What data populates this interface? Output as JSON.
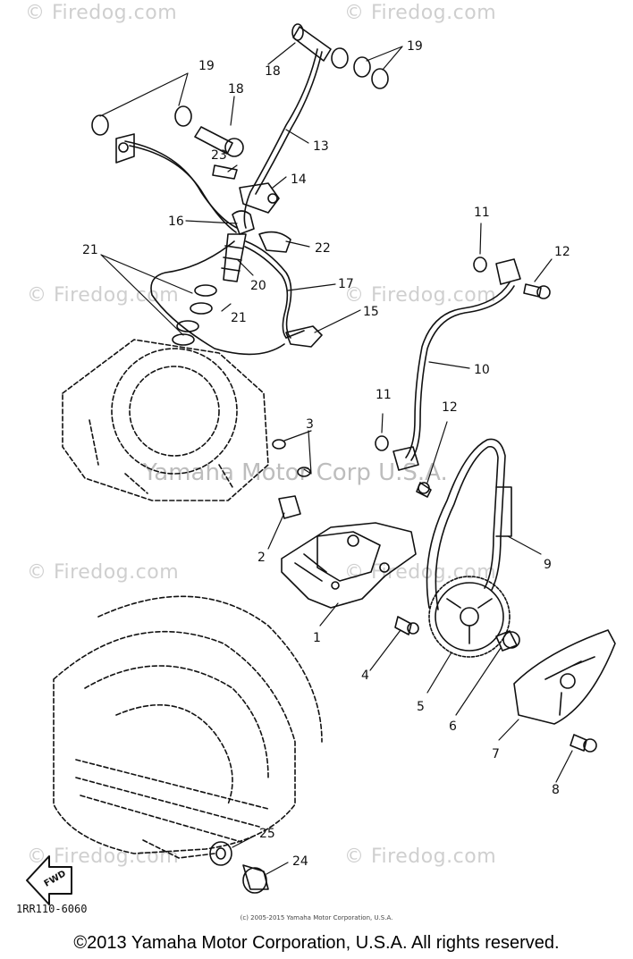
{
  "watermarks": {
    "top_left": "© Firedog.com",
    "top_right": "© Firedog.com",
    "mid_left": "© Firedog.com",
    "mid_right": "© Firedog.com",
    "lower_left": "© Firedog.com",
    "lower_right": "© Firedog.com",
    "bottom_left": "© Firedog.com",
    "bottom_right": "© Firedog.com",
    "center": "Yamaha Motor Corp U.S.A."
  },
  "labels": {
    "n1": "1",
    "n2": "2",
    "n3": "3",
    "n4": "4",
    "n5": "5",
    "n6": "6",
    "n7": "7",
    "n8": "8",
    "n9": "9",
    "n10": "10",
    "n11a": "11",
    "n11b": "11",
    "n12a": "12",
    "n12b": "12",
    "n13": "13",
    "n14": "14",
    "n15": "15",
    "n16": "16",
    "n17": "17",
    "n18a": "18",
    "n18b": "18",
    "n19a": "19",
    "n19b": "19",
    "n20": "20",
    "n21a": "21",
    "n21b": "21",
    "n22": "22",
    "n23": "23",
    "n24": "24",
    "n25": "25"
  },
  "fwd_label": "FWD",
  "part_code": "1RR110-6060",
  "small_copyright": "(c) 2005-2015 Yamaha Motor Corporation, U.S.A.",
  "copyright": "©2013 Yamaha Motor Corporation, U.S.A. All rights reserved."
}
